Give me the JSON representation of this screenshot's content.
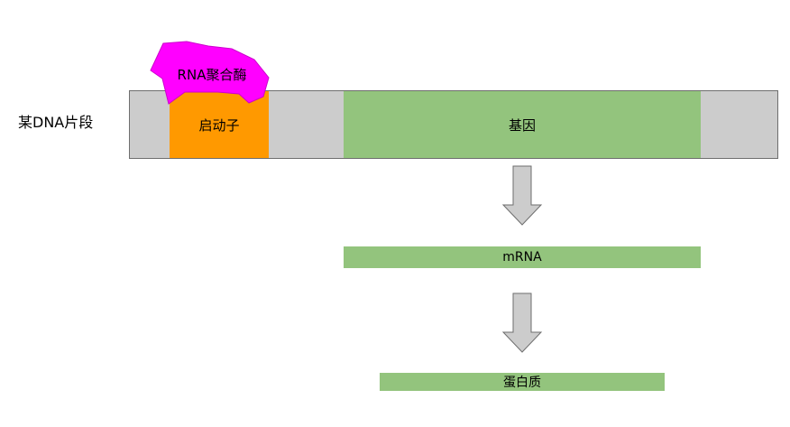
{
  "dna_label": "某DNA片段",
  "promoter_label": "启动子",
  "gene_label": "基因",
  "polymerase_label": "RNA聚合酶",
  "mrna_label": "mRNA",
  "protein_label": "蛋白质",
  "colors": {
    "dna_segment": "#cccccc",
    "promoter": "#ff9900",
    "gene": "#93c47d",
    "polymerase": "#ff00ff",
    "arrow": "#cccccc"
  }
}
